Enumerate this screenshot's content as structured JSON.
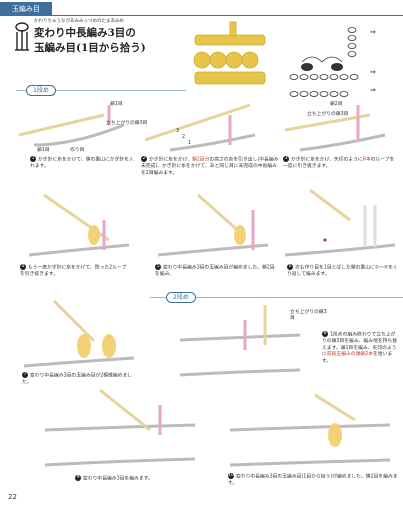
{
  "header": {
    "section": "玉編み目"
  },
  "title": {
    "ruby": "かわりちゅうながあみみっつめのたまあみめ",
    "line1": "変わり中長編み3目の",
    "line2": "玉編み目(1目から拾う)"
  },
  "rows": {
    "row1": "1段め",
    "row2": "2段め"
  },
  "labels": {
    "row1_mark": "1段め",
    "stand_up": "立ち上がりの鎖3目",
    "chain1": "鎖1目",
    "chain1b": "鎖1目",
    "foundation": "作り目",
    "num_3": "3",
    "num_2": "2",
    "num_1": "1",
    "chain2": "鎖2目",
    "stand_up2": "立ち上がりの鎖3目",
    "arrow_hint": "⇒"
  },
  "steps": [
    {
      "n": "1",
      "text": "かぎ針に糸をかけて、鎖の裏山にかぎ針を入れます。"
    },
    {
      "n": "2",
      "text": "かぎ針に糸をかけ、鎖2目分の高さの糸を引き出し(中長編み未完成)、かぎ針に糸をかけて、あと同じ目に未完成の中長編みを2目編みます。",
      "highlight": "鎖2目分"
    },
    {
      "n": "3",
      "text": "かぎ針に糸をかけ、矢印のように6本のループを一度に引き抜きます。",
      "highlight": "6本"
    },
    {
      "n": "4",
      "text": "もう一度かぎ針に糸をかけて、残った2ループを引き抜きます。"
    },
    {
      "n": "5",
      "text": "変わり中長編み3目の玉編み目が編めました。鎖2目を編み、"
    },
    {
      "n": "6",
      "text": "次も作り目を1目とばした鎖の裏山に①～⑤をくり返して編みます。"
    },
    {
      "n": "7",
      "text": "変わり中長編み3目の玉編み目が2模様編めました。"
    },
    {
      "n": "8",
      "text": "1段めの編み終わりで立ち上がりの鎖3目を編み、編み地を持ち替えます。鎖1目を編み、矢印のように前段玉編みの頭鎖2本を拾います。",
      "highlight": "前段玉編みの頭鎖2本"
    },
    {
      "n": "9",
      "text": "変わり中長編み3目を編みます。"
    },
    {
      "n": "10",
      "text": "変わり中長編み3目の玉編み目(1目から拾う)が編めました。鎖2目を編みます。"
    }
  ],
  "page_number": "22",
  "colors": {
    "accent": "#3f6f9c",
    "yarn_white": "#f4f4f4",
    "yarn_yellow": "#f3d277",
    "yarn_pink": "#e8a6c8",
    "hook": "#e6d49a",
    "highlight": "#c0392b"
  }
}
